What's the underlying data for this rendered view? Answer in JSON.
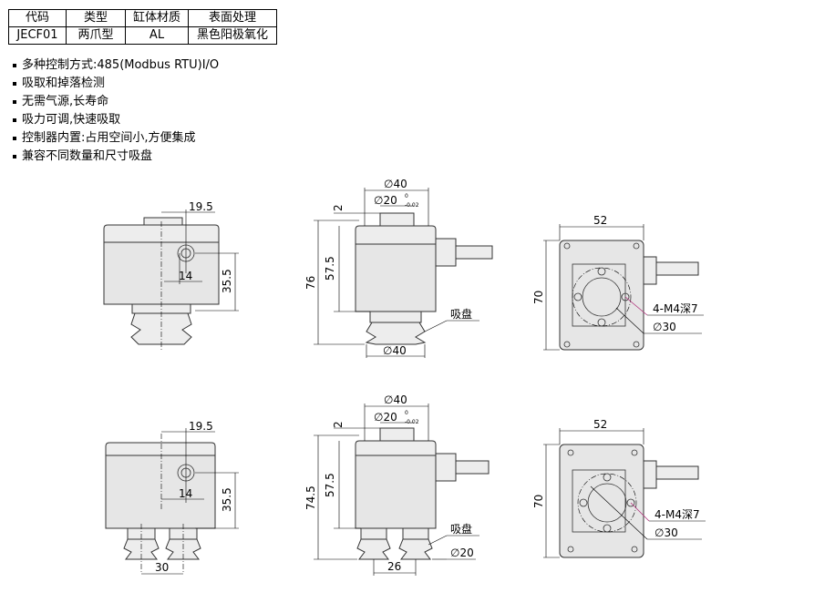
{
  "spec_table": {
    "headers": [
      "代码",
      "类型",
      "缸体材质",
      "表面处理"
    ],
    "row": [
      "JECF01",
      "两爪型",
      "AL",
      "黑色阳极氧化"
    ]
  },
  "features": [
    "多种控制方式:485(Modbus RTU)I/O",
    "吸取和掉落检测",
    "无需气源,长寿命",
    "吸力可调,快速吸取",
    "控制器内置:占用空间小,方便集成",
    "兼容不同数量和尺寸吸盘"
  ],
  "dimensions": {
    "top_front": {
      "offset": "19.5",
      "port_width": "14",
      "port_height": "35.5"
    },
    "top_side": {
      "top_dia": "∅40",
      "cap_dia": "∅20",
      "tol_upper": "0",
      "tol_lower": "-0.02",
      "cap_height": "2",
      "total_height": "76",
      "body_height": "57.5",
      "cup_label": "吸盘",
      "cup_dia": "∅40"
    },
    "top_plan": {
      "width": "52",
      "height": "70",
      "thread_label": "4-M4深7",
      "bore_dia": "∅30"
    },
    "bottom_front": {
      "offset": "19.5",
      "port_width": "14",
      "port_height": "35.5",
      "cup_spacing": "30"
    },
    "bottom_side": {
      "top_dia": "∅40",
      "cap_dia": "∅20",
      "tol_upper": "0",
      "tol_lower": "-0.02",
      "cap_height": "2",
      "total_height": "74.5",
      "body_height": "57.5",
      "cup_label": "吸盘",
      "cup_dia": "∅20",
      "cup_spacing": "26"
    },
    "bottom_plan": {
      "width": "52",
      "height": "70",
      "thread_label": "4-M4深7",
      "bore_dia": "∅30"
    }
  },
  "colors": {
    "body": "#e6e6e6",
    "outline": "#333333",
    "leader_accent": "#b0307a"
  }
}
